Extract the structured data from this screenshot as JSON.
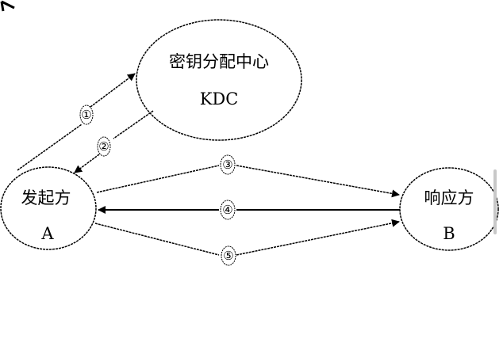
{
  "nodes": {
    "kdc": {
      "title": "密钥分配中心",
      "subtitle": "KDC"
    },
    "initiator": {
      "title": "发起方",
      "subtitle": "A"
    },
    "responder": {
      "title": "响应方",
      "subtitle": "B"
    }
  },
  "steps": [
    "①",
    "②",
    "③",
    "④",
    "⑤"
  ]
}
